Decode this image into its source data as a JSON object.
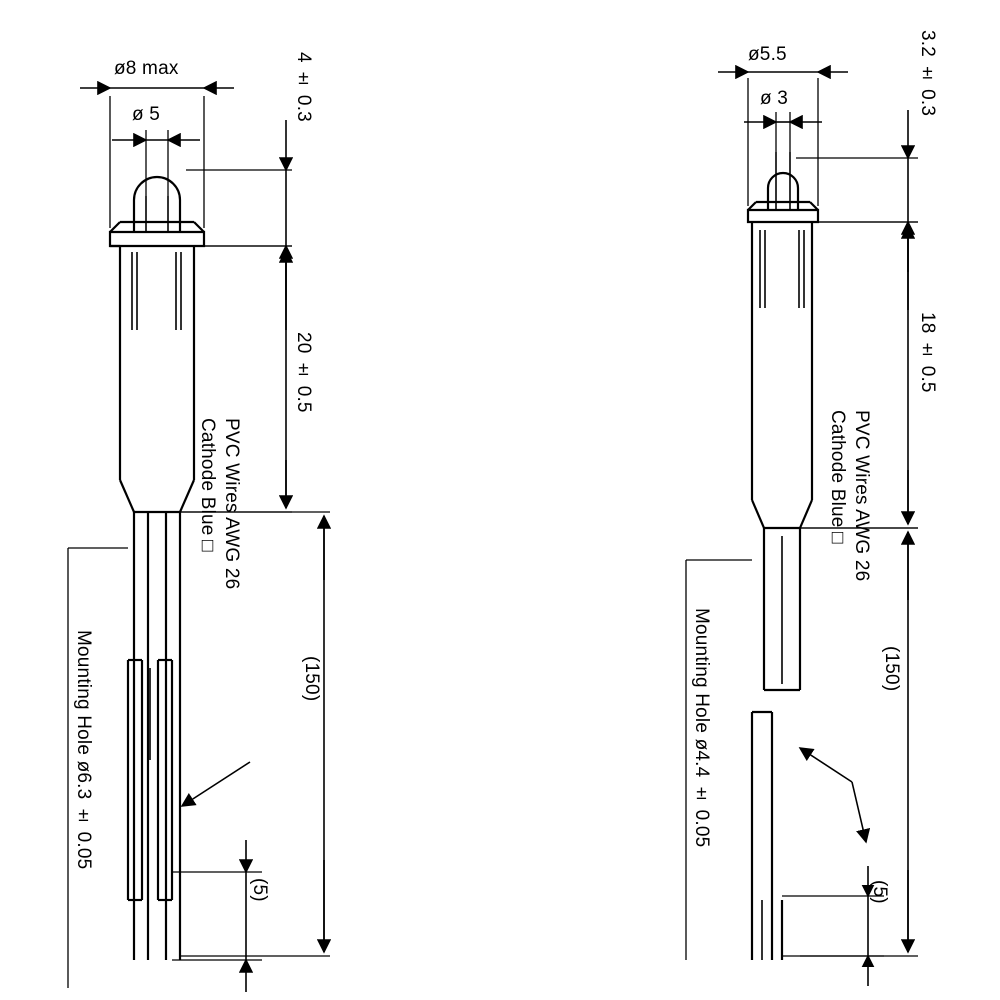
{
  "drawing": {
    "title": "LED indicator mechanical drawing (two variants)",
    "left_view": {
      "dims": {
        "lens_outer": "ø8 max",
        "lens_inner": "ø 5",
        "head_height": "4 ± 0.3",
        "body_length": "20 ± 0.5",
        "wire_length": "(150)",
        "strip_length": "(5)"
      },
      "notes": {
        "cathode": "Cathode Blue□",
        "wires": "PVC Wires AWG 26",
        "mounting_hole": "Mounting Hole  ø6.3 ± 0.05"
      }
    },
    "right_view": {
      "dims": {
        "lens_outer": "ø5.5",
        "lens_inner": "ø 3",
        "head_height": "3.2 ± 0.3",
        "body_length": "18 ± 0.5",
        "wire_length": "(150)",
        "strip_length": "(5)"
      },
      "notes": {
        "cathode": "Cathode Blue□",
        "wires": "PVC Wires AWG 26",
        "mounting_hole": "Mounting Hole  ø4.4  ± 0.05"
      }
    },
    "colors": {
      "line": "#000000",
      "background": "#ffffff"
    }
  }
}
